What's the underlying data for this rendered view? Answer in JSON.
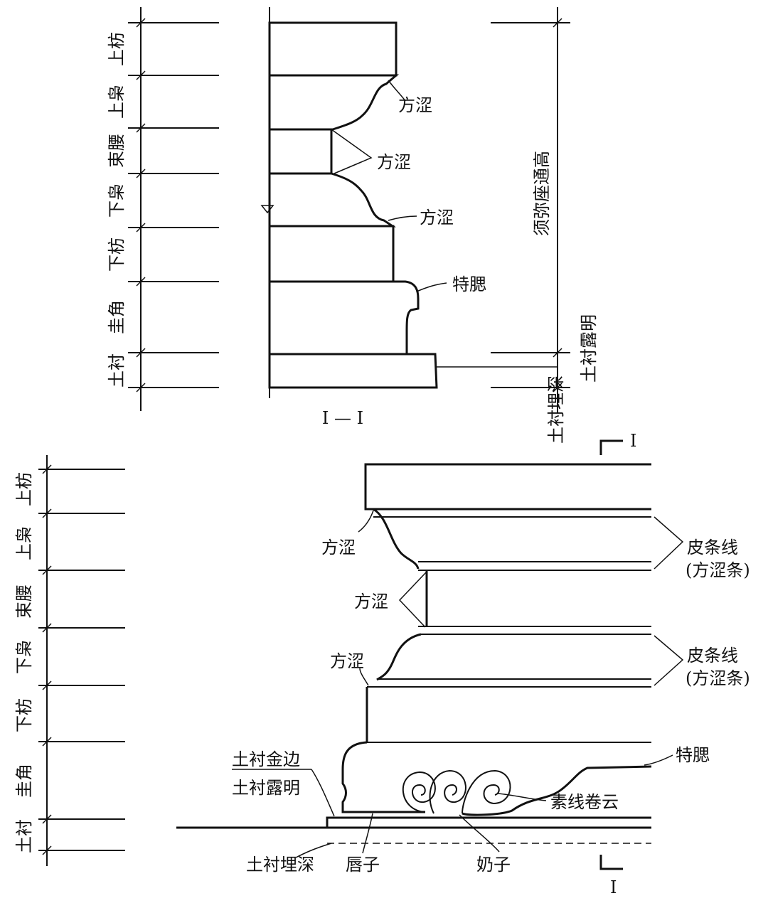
{
  "section": {
    "tiers_left": [
      "上枋",
      "上枭",
      "束腰",
      "下枭",
      "下枋",
      "圭角",
      "土衬"
    ],
    "callouts": [
      "方涩",
      "方涩",
      "方涩",
      "特腮"
    ],
    "overall_height_label": "须弥座通高",
    "right_tier_labels": [
      "土衬露明",
      "土衬埋深"
    ],
    "section_mark": "I — I"
  },
  "elevation": {
    "tiers_left": [
      "上枋",
      "上枭",
      "束腰",
      "下枭",
      "下枋",
      "圭角",
      "土衬"
    ],
    "fangse_labels": [
      "方涩",
      "方涩",
      "方涩"
    ],
    "pitiao_labels": [
      "皮条线",
      "(方涩条)",
      "皮条线",
      "(方涩条)"
    ],
    "tesai": "特腮",
    "sux_juanyun": "素线卷云",
    "tuchen_jinbian": "土衬金边",
    "tuchen_louming": "土衬露明",
    "tuchen_maishen": "土衬埋深",
    "chunzi": "唇子",
    "naizi": "奶子",
    "section_cut_mark": "I"
  }
}
